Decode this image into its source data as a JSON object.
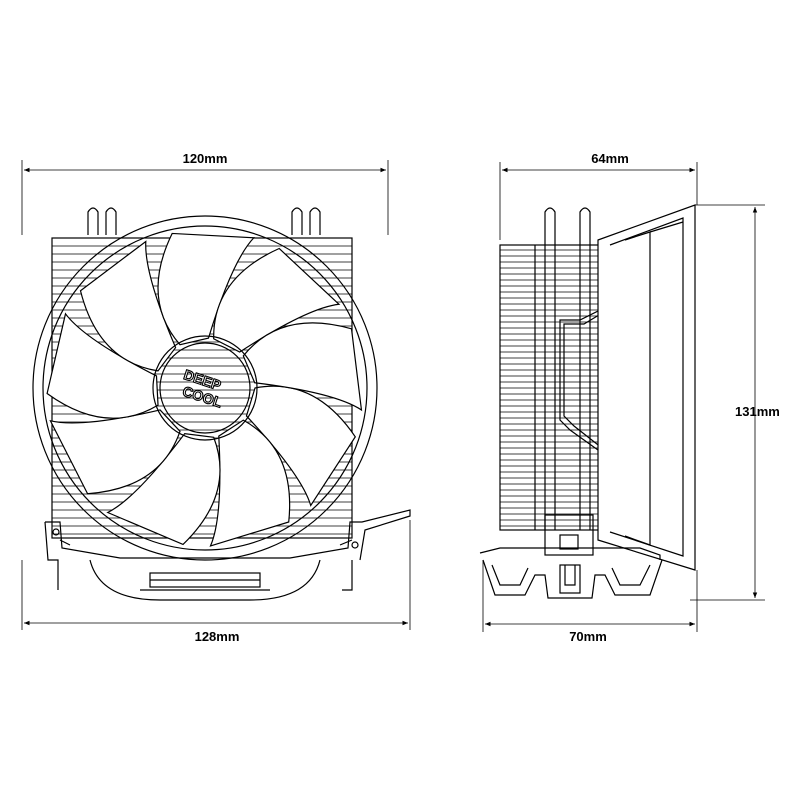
{
  "dimensions": {
    "front_width": "120mm",
    "front_total_width": "128mm",
    "side_depth": "64mm",
    "side_total_depth": "70mm",
    "height": "131mm"
  },
  "logo": {
    "line1": "DEEP",
    "line2": "COOL",
    "icon": "deepcool-logo"
  },
  "colors": {
    "line": "#000000",
    "background": "#ffffff"
  }
}
